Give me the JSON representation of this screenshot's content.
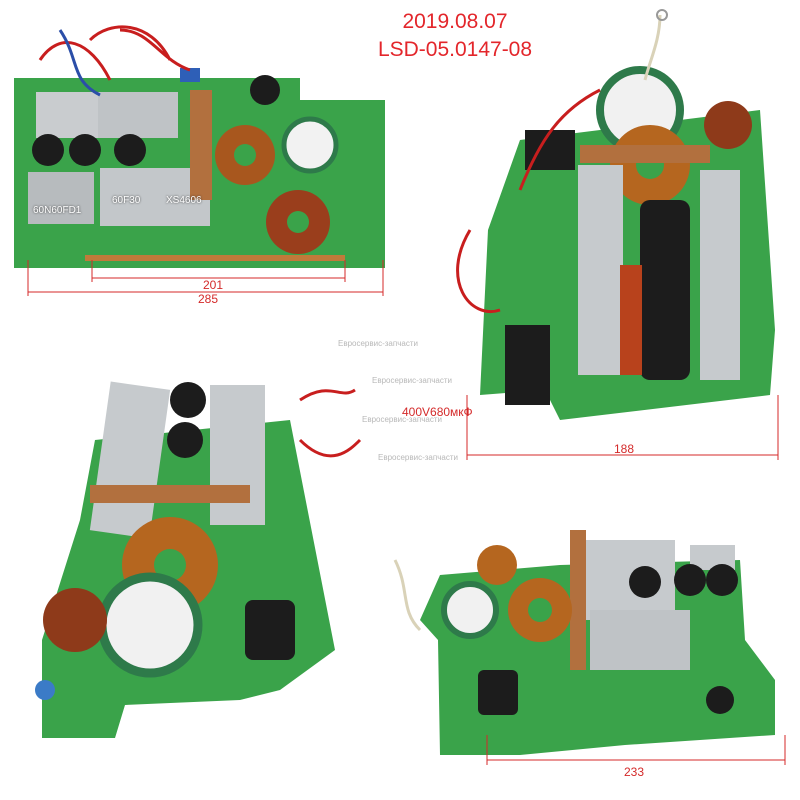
{
  "header": {
    "date": "2019.08.07",
    "model": "LSD-05.0147-08"
  },
  "board_top_left": {
    "chip_labels": [
      "60N60FD1",
      "60F30",
      "XS4606"
    ],
    "dim_inner": "201",
    "dim_outer": "285"
  },
  "board_top_right": {
    "capacitor_label": "400V680мкФ",
    "dim_width": "188"
  },
  "board_bottom_right": {
    "dim_width": "233"
  },
  "watermarks": [
    "Евросервис-запчасти",
    "Евросервис-запчасти",
    "Евросервис-запчасти",
    "Евросервис-запчасти"
  ],
  "colors": {
    "accent": "#e3262b",
    "pcb": "#3aa34a",
    "heatsink": "#bfc3c6"
  }
}
